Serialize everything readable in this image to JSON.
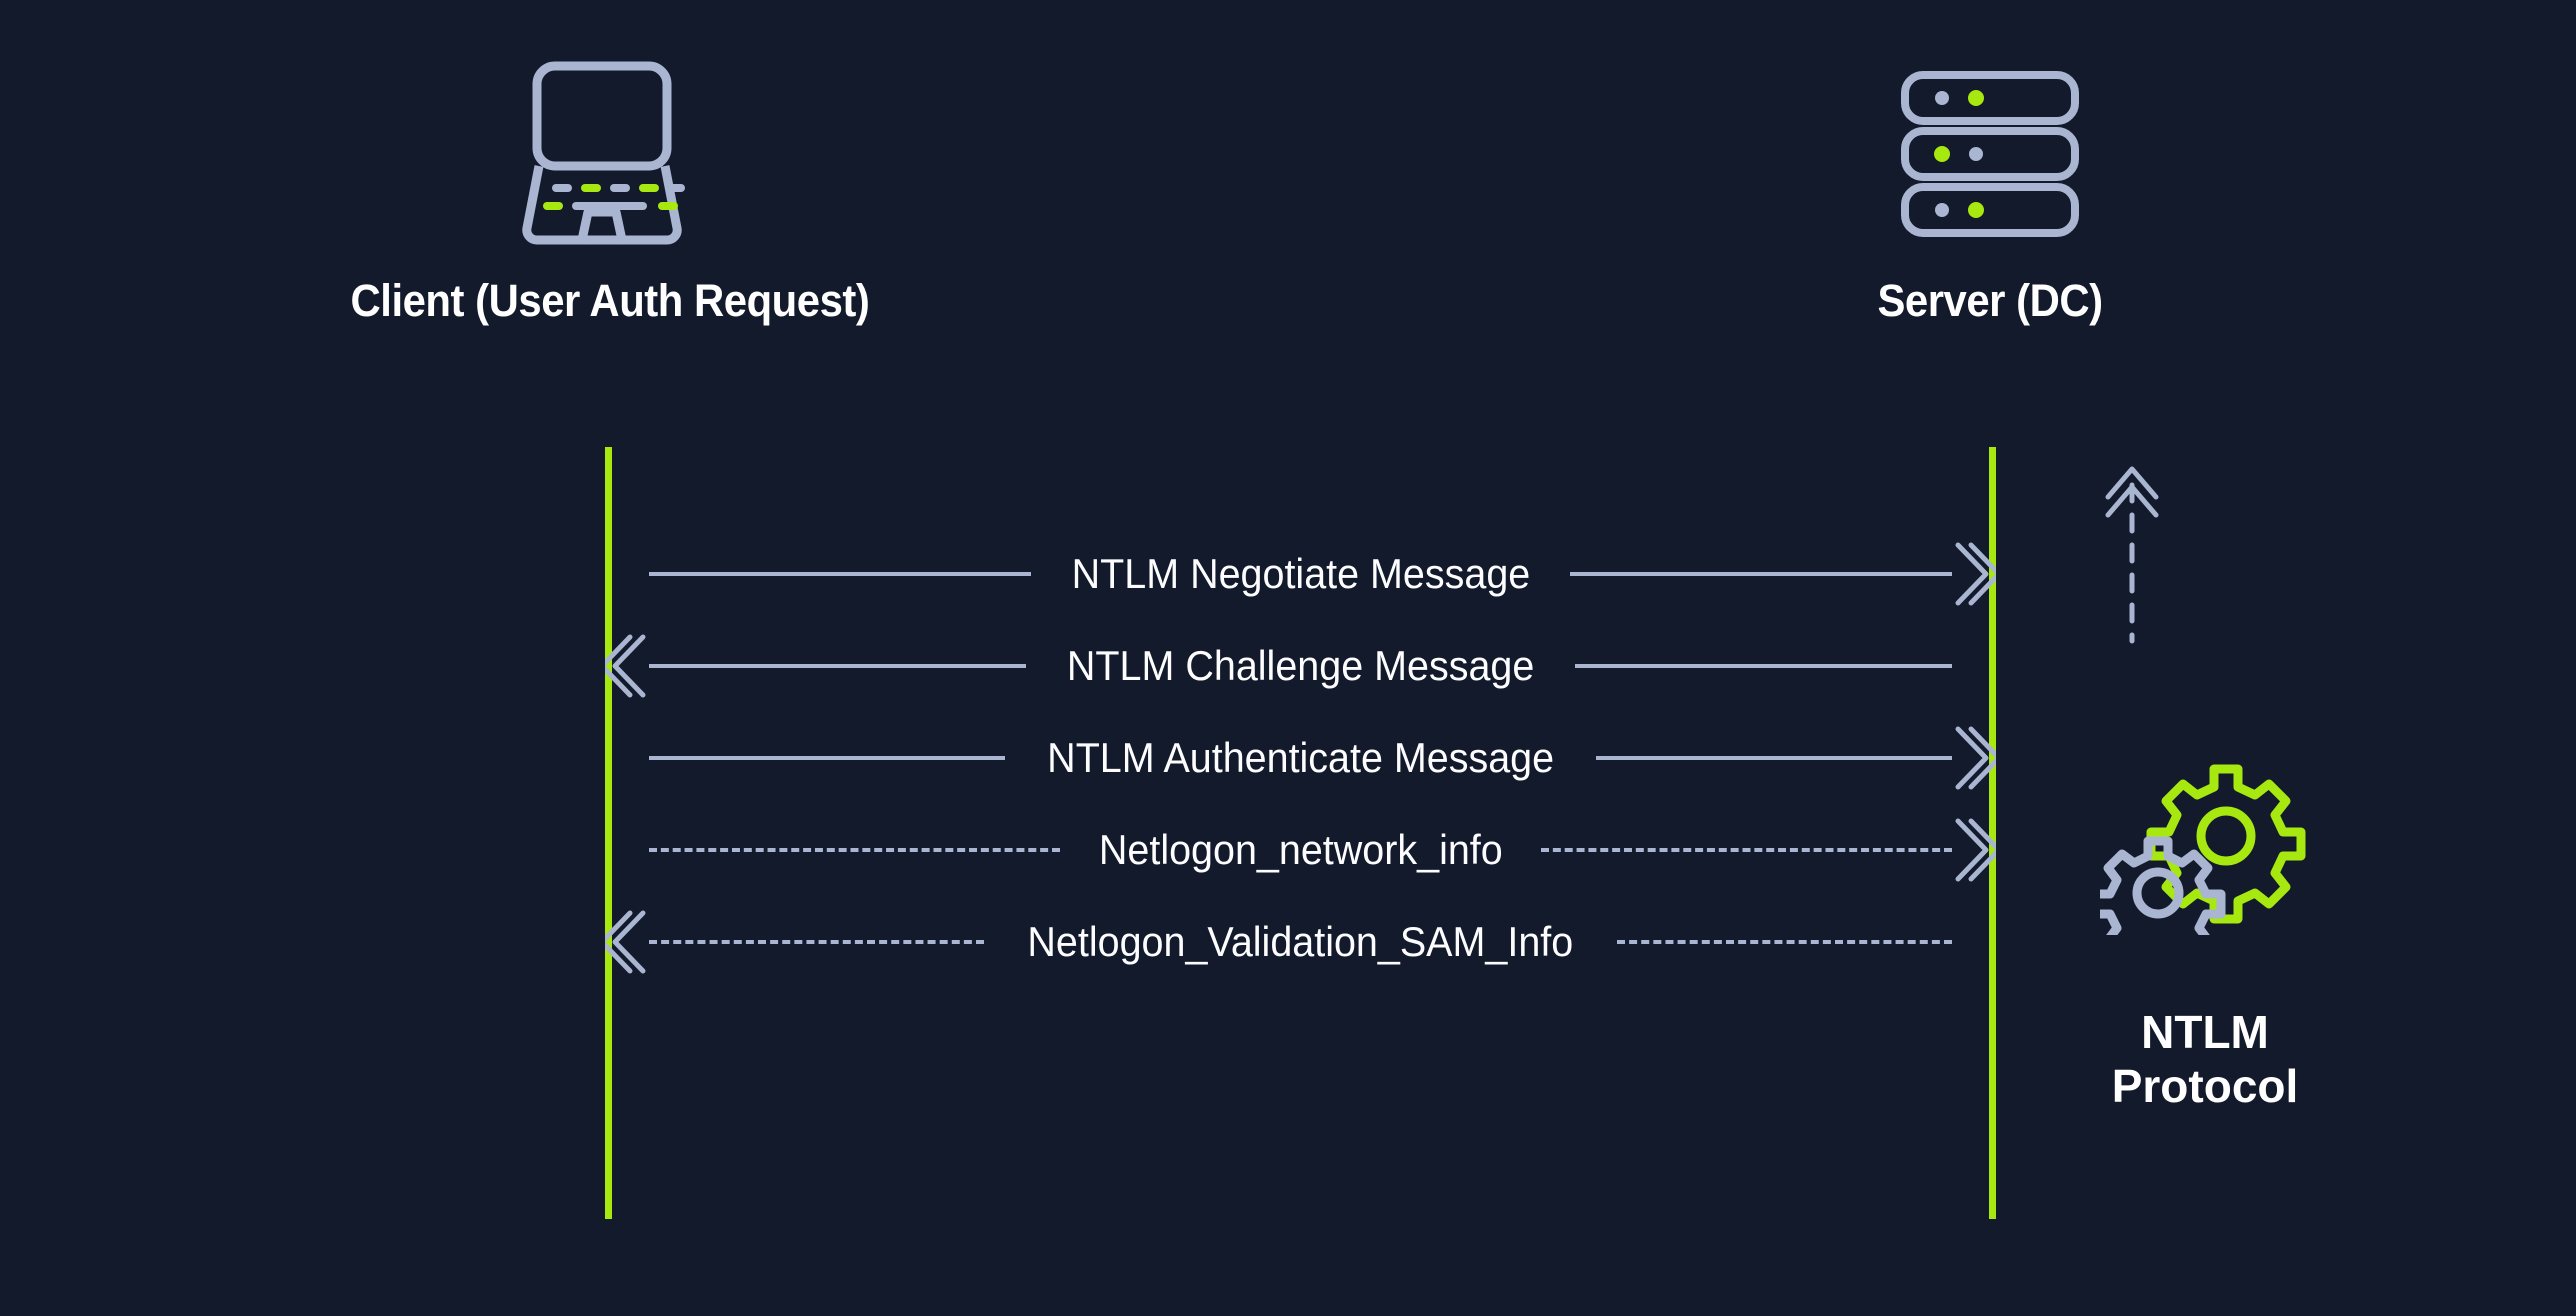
{
  "diagram": {
    "type": "sequence-diagram",
    "title": "NTLM Protocol",
    "background_color": "#121a2b",
    "accent_color": "#a6e80f",
    "line_color": "#a9b5d1",
    "text_color": "#ffffff"
  },
  "actors": [
    {
      "id": "client",
      "label": "Client (User Auth Request)",
      "icon": "laptop-icon"
    },
    {
      "id": "server",
      "label": "Server (DC)",
      "icon": "server-stack-icon"
    }
  ],
  "messages": [
    {
      "index": 1,
      "label": "NTLM Negotiate Message",
      "direction": "right",
      "style": "solid",
      "arrowhead": "double-chevron-right"
    },
    {
      "index": 2,
      "label": "NTLM Challenge Message",
      "direction": "left",
      "style": "solid",
      "arrowhead": "double-chevron-left"
    },
    {
      "index": 3,
      "label": "NTLM Authenticate Message",
      "direction": "right",
      "style": "solid",
      "arrowhead": "double-chevron-right"
    },
    {
      "index": 4,
      "label": "Netlogon_network_info",
      "direction": "right",
      "style": "dashed",
      "arrowhead": "double-chevron-right"
    },
    {
      "index": 5,
      "label": "Netlogon_Validation_SAM_Info",
      "direction": "left",
      "style": "dashed",
      "arrowhead": "double-chevron-left"
    }
  ],
  "protocol_block": {
    "caption_line1": "NTLM",
    "caption_line2": "Protocol",
    "up_arrow": {
      "icon": "double-chevron-up-icon",
      "line_style": "dashed"
    },
    "gears": [
      {
        "icon": "gear-icon",
        "color": "#a6e80f",
        "position": "upper-right"
      },
      {
        "icon": "gear-icon",
        "color": "#a9b5d1",
        "position": "lower-left"
      }
    ]
  }
}
